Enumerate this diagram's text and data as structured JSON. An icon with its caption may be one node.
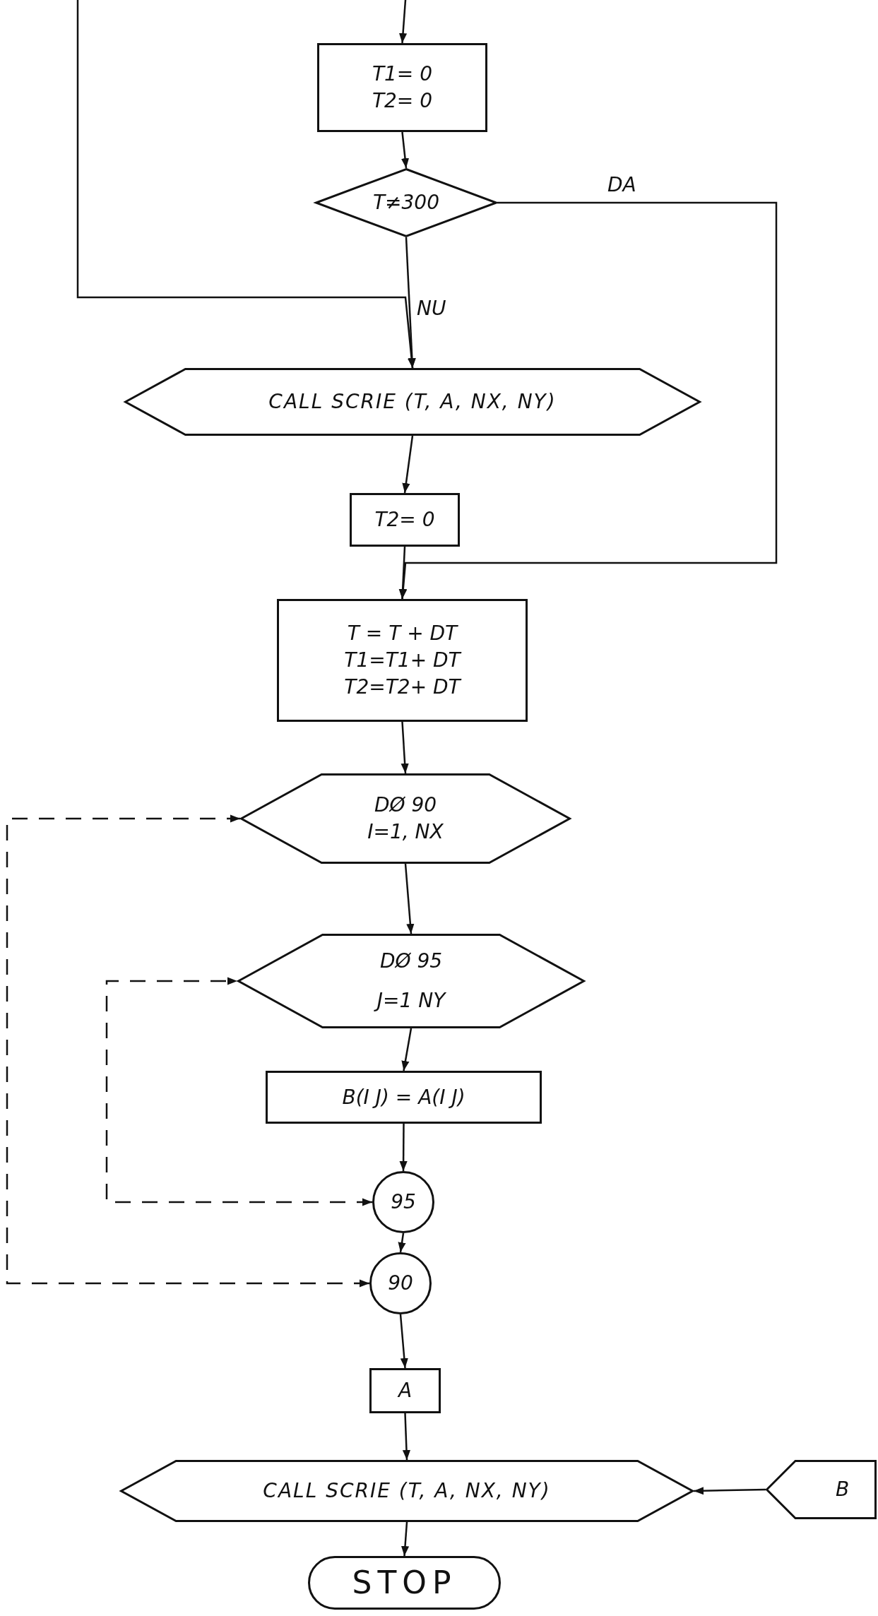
{
  "diagram": {
    "nodes": [
      {
        "text": [
          "T1= 0",
          "T2= 0"
        ]
      },
      {
        "text": [
          "T≠300"
        ]
      },
      {
        "text": [
          "CALL SCRIE (T, A, NX, NY)"
        ]
      },
      {
        "text": [
          "T2= 0"
        ]
      },
      {
        "text": [
          "T = T + DT",
          "T1=T1+ DT",
          "T2=T2+ DT"
        ]
      },
      {
        "text": [
          "DØ 90",
          "I=1, NX"
        ]
      },
      {
        "text": [
          "DØ 95",
          "J=1 NY"
        ]
      },
      {
        "text": [
          "B(I J) = A(I J)"
        ]
      },
      {
        "text": [
          "95"
        ]
      },
      {
        "text": [
          "90"
        ]
      },
      {
        "text": [
          "A"
        ]
      },
      {
        "text": [
          "CALL SCRIE (T, A, NX, NY)"
        ]
      },
      {
        "text": [
          "B"
        ]
      },
      {
        "text": [
          "STOP"
        ]
      }
    ],
    "edges": [
      {
        "from": null,
        "to": 0,
        "arrow": "to"
      },
      {
        "from": 0,
        "to": 1,
        "arrow": "to"
      },
      {
        "from": 1,
        "to": 2,
        "arrow": "to",
        "label": "NU"
      },
      {
        "from": null,
        "to": 2,
        "arrow": "to"
      },
      {
        "from": 2,
        "to": 3,
        "arrow": "to"
      },
      {
        "from": 1,
        "to": 4,
        "arrow": "to",
        "label": "DA"
      },
      {
        "from": 3,
        "to": 4,
        "arrow": "to"
      },
      {
        "from": 4,
        "to": 5,
        "arrow": "to"
      },
      {
        "from": 5,
        "to": 6,
        "arrow": "to"
      },
      {
        "from": 6,
        "to": 7,
        "arrow": "to"
      },
      {
        "from": 7,
        "to": 8,
        "arrow": "to"
      },
      {
        "from": 8,
        "to": 6,
        "arrow": "both",
        "style": "dashed"
      },
      {
        "from": 9,
        "to": 5,
        "arrow": "both",
        "style": "dashed"
      },
      {
        "from": 8,
        "to": 9,
        "arrow": "to"
      },
      {
        "from": 9,
        "to": 10,
        "arrow": "to"
      },
      {
        "from": 10,
        "to": 11,
        "arrow": "to"
      },
      {
        "from": 12,
        "to": 11,
        "arrow": "to"
      },
      {
        "from": 11,
        "to": 13,
        "arrow": "to"
      }
    ]
  }
}
